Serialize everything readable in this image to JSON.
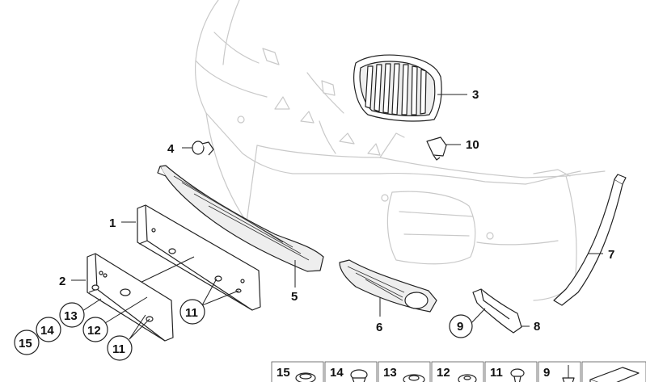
{
  "callouts": {
    "c1": "1",
    "c2": "2",
    "c3": "3",
    "c4": "4",
    "c5": "5",
    "c6": "6",
    "c7": "7",
    "c8": "8",
    "c9": "9",
    "c10": "10",
    "c11a": "11",
    "c11b": "11",
    "c12": "12",
    "c13": "13",
    "c14": "14",
    "c15": "15"
  },
  "legend": [
    {
      "number": "15",
      "icon": "plug-icon"
    },
    {
      "number": "14",
      "icon": "clip-icon"
    },
    {
      "number": "13",
      "icon": "grommet-icon"
    },
    {
      "number": "12",
      "icon": "nut-icon"
    },
    {
      "number": "11",
      "icon": "rivet-icon"
    },
    {
      "number": "9",
      "icon": "screw-icon"
    },
    {
      "number": "",
      "icon": "wedge-icon"
    }
  ]
}
